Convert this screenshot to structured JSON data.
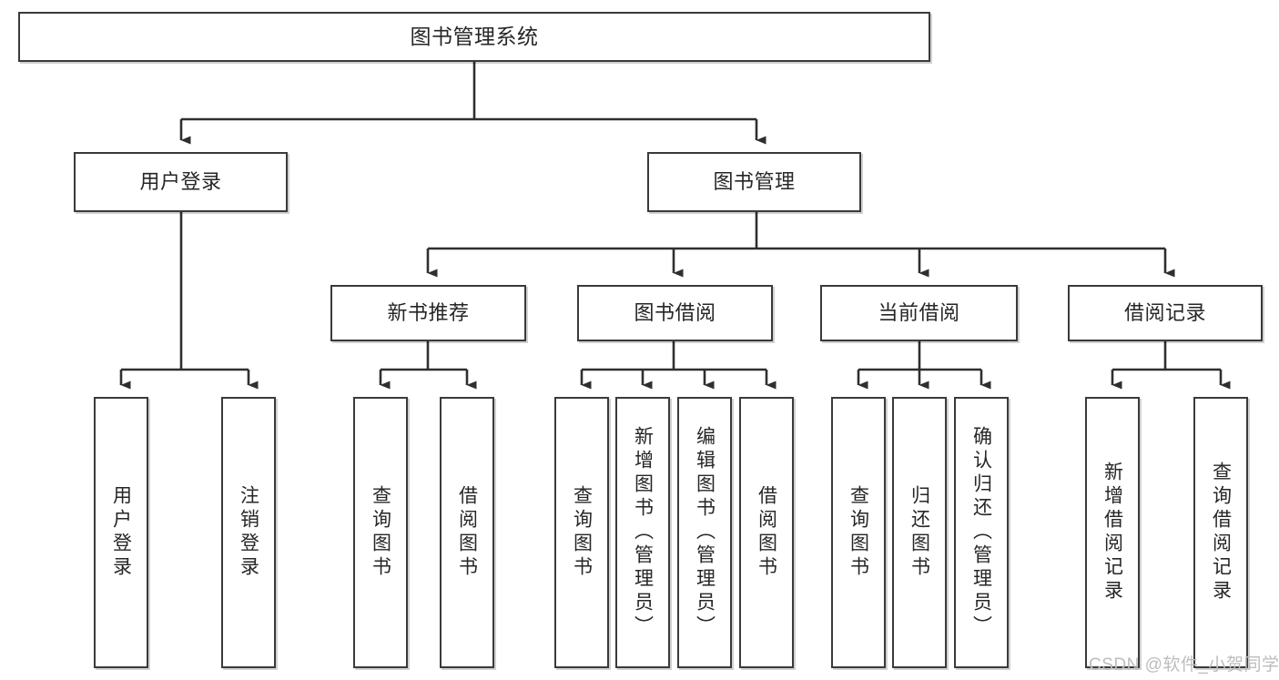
{
  "diagram": {
    "type": "tree-hierarchy",
    "title": "图书管理系统",
    "root": {
      "label": "图书管理系统",
      "children": [
        {
          "label": "用户登录",
          "children": [
            {
              "label": "用户登录"
            },
            {
              "label": "注销登录"
            }
          ]
        },
        {
          "label": "图书管理",
          "children": [
            {
              "label": "新书推荐",
              "children": [
                {
                  "label": "查询图书"
                },
                {
                  "label": "借阅图书"
                }
              ]
            },
            {
              "label": "图书借阅",
              "children": [
                {
                  "label": "查询图书"
                },
                {
                  "label": "新增图书（管理员）"
                },
                {
                  "label": "编辑图书（管理员）"
                },
                {
                  "label": "借阅图书"
                }
              ]
            },
            {
              "label": "当前借阅",
              "children": [
                {
                  "label": "查询图书"
                },
                {
                  "label": "归还图书"
                },
                {
                  "label": "确认归还（管理员）"
                }
              ]
            },
            {
              "label": "借阅记录",
              "children": [
                {
                  "label": "新增借阅记录"
                },
                {
                  "label": "查询借阅记录"
                }
              ]
            }
          ]
        }
      ]
    }
  },
  "nodes": {
    "root": "图书管理系统",
    "user_login": "用户登录",
    "book_manage": "图书管理",
    "new_book_rec": "新书推荐",
    "book_borrow": "图书借阅",
    "current_borrow": "当前借阅",
    "borrow_record": "借阅记录",
    "leaf_user_login": "用户登录",
    "leaf_user_logout": "注销登录",
    "leaf_rec_query": "查询图书",
    "leaf_rec_borrow": "借阅图书",
    "leaf_borrow_query": "查询图书",
    "leaf_borrow_add": "新增图书（管理员）",
    "leaf_borrow_edit": "编辑图书（管理员）",
    "leaf_borrow_do": "借阅图书",
    "leaf_cur_query": "查询图书",
    "leaf_cur_return": "归还图书",
    "leaf_cur_confirm": "确认归还（管理员）",
    "leaf_rec_add": "新增借阅记录",
    "leaf_rec_search": "查询借阅记录"
  },
  "watermark": {
    "text": "CSDN @软件_小贺同学"
  },
  "colors": {
    "border": "#3a3a3a",
    "background": "#ffffff",
    "text": "#262626",
    "watermark": "#bdbdbd"
  }
}
